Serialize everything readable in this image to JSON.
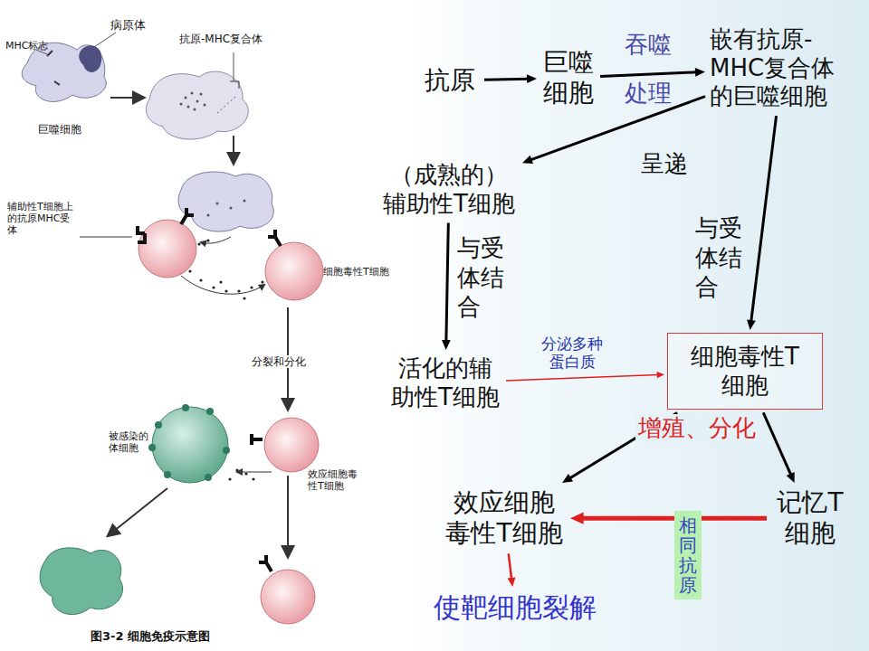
{
  "diagram": {
    "caption": "图3-2 细胞免疫示意图",
    "nodes": [
      {
        "text": [
          "抗原"
        ]
      },
      {
        "text": [
          "巨噬细胞"
        ]
      },
      {
        "text": [
          "嵌有抗原-MHC复合体的巨噬细胞"
        ]
      },
      {
        "text": [
          "（成熟的）辅助性T细胞"
        ]
      },
      {
        "text": [
          "活化的辅助性T细胞"
        ]
      },
      {
        "text": [
          "细胞毒性T细胞"
        ]
      },
      {
        "text": [
          "效应细胞毒性T细胞"
        ]
      },
      {
        "text": [
          "记忆T细胞"
        ]
      },
      {
        "text": [
          "使靶细胞裂解"
        ]
      }
    ],
    "edges": [
      {
        "from": 0,
        "to": 1,
        "arrow": "to"
      },
      {
        "from": 1,
        "to": 2,
        "arrow": "to",
        "label": "吞噬"
      },
      {
        "from": 2,
        "to": 3,
        "arrow": "to",
        "label": "呈递"
      },
      {
        "from": 2,
        "to": 5,
        "arrow": "to",
        "label": "与受体结合"
      },
      {
        "from": 3,
        "to": 4,
        "arrow": "to",
        "label": "与受体结合"
      },
      {
        "from": 4,
        "to": 5,
        "arrow": "to",
        "label": "分泌多种蛋白质"
      },
      {
        "from": 5,
        "to": 6,
        "arrow": "to"
      },
      {
        "from": 5,
        "to": 7,
        "arrow": "to"
      },
      {
        "from": 7,
        "to": 6,
        "arrow": "to",
        "label": "相同抗原"
      },
      {
        "from": 6,
        "to": 8,
        "arrow": "to"
      }
    ],
    "labels": [
      "病原体",
      "MHC标志",
      "抗原-MHC复合体",
      "巨噬细胞",
      "辅助性T细胞上的抗原MHC受体",
      "细胞毒性T细胞",
      "分裂和分化",
      "被感染的体细胞",
      "效应细胞毒性T细胞",
      "处理",
      "增殖、分化"
    ]
  }
}
